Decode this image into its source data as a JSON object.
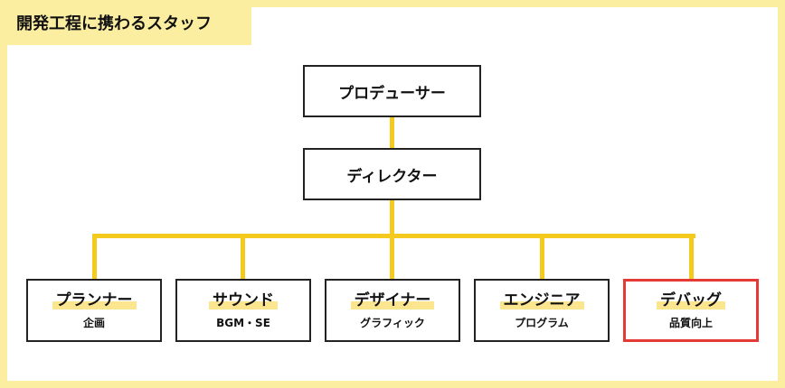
{
  "title": "開発工程に携わるスタッフ",
  "top_nodes": [
    {
      "label": "プロデューサー"
    },
    {
      "label": "ディレクター"
    }
  ],
  "leaf_nodes": [
    {
      "label": "プランナー",
      "sub": "企画"
    },
    {
      "label": "サウンド",
      "sub": "BGM・SE"
    },
    {
      "label": "デザイナー",
      "sub": "グラフィック"
    },
    {
      "label": "エンジニア",
      "sub": "プログラム"
    },
    {
      "label": "デバッグ",
      "sub": "品質向上"
    }
  ],
  "colors": {
    "connector": "#f3ca1d",
    "frame": "#fbeea0",
    "highlight_border": "#e53935",
    "label_marker": "#fbe58f"
  }
}
